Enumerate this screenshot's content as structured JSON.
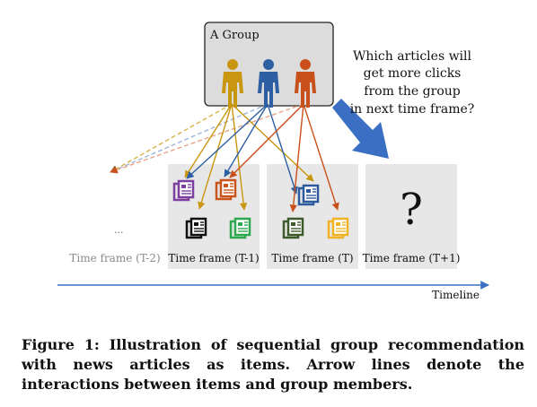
{
  "group": {
    "label": "A Group"
  },
  "question": {
    "lines": [
      "Which articles will",
      "get more clicks",
      "from the group",
      "in next time frame?"
    ]
  },
  "frames": [
    {
      "id": "t-2",
      "label": "Time frame (T-2)",
      "ellipsis": "..."
    },
    {
      "id": "t-1",
      "label": "Time frame (T-1)"
    },
    {
      "id": "t",
      "label": "Time frame (T)"
    },
    {
      "id": "t+1",
      "label": "Time frame (T+1)",
      "symbol": "?"
    }
  ],
  "members": [
    {
      "name": "member-1",
      "color": "#c8960f"
    },
    {
      "name": "member-2",
      "color": "#2e5fa3"
    },
    {
      "name": "member-3",
      "color": "#c9501a"
    }
  ],
  "articles": [
    {
      "name": "article-purple",
      "color": "#7c3f9e",
      "frame": "t-1"
    },
    {
      "name": "article-orange",
      "color": "#c9541c",
      "frame": "t-1"
    },
    {
      "name": "article-black",
      "color": "#111111",
      "frame": "t-1"
    },
    {
      "name": "article-green",
      "color": "#2ea84e",
      "frame": "t-1"
    },
    {
      "name": "article-blue",
      "color": "#2d5a9c",
      "frame": "t"
    },
    {
      "name": "article-darkgreen",
      "color": "#3c5a2a",
      "frame": "t"
    },
    {
      "name": "article-yellow",
      "color": "#f0b323",
      "frame": "t"
    }
  ],
  "timeline": {
    "label": "Timeline"
  },
  "caption": {
    "text": "Figure 1: Illustration of sequential group recommendation with news articles as items. Arrow lines denote the interactions between items and group members."
  },
  "colors": {
    "panel": "#e7e7e7",
    "group_box": "#dcdcdc",
    "big_arrow": "#3b6fc4",
    "timeline": "#3b6fc4"
  }
}
